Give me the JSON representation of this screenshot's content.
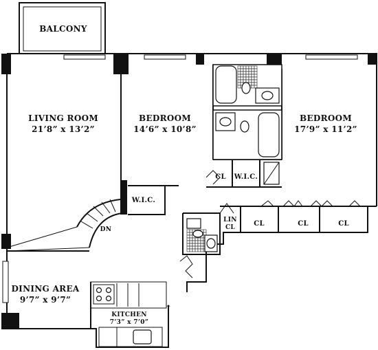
{
  "rooms": {
    "balcony": {
      "name": "BALCONY"
    },
    "living_room": {
      "name": "LIVING ROOM",
      "dims": "21’8” x 13’2”"
    },
    "bedroom_1": {
      "name": "BEDROOM",
      "dims": "14’6” x 10’8”"
    },
    "bedroom_2": {
      "name": "BEDROOM",
      "dims": "17’9” x 11’2”"
    },
    "dining_area": {
      "name": "DINING AREA",
      "dims": "9’7” x 9’7”"
    },
    "kitchen": {
      "name": "KITCHEN",
      "dims": "7’3” x 7’0”"
    }
  },
  "closets": {
    "wic_left": "W.I.C.",
    "wic_right": "W.I.C.",
    "cl_hall": "CL",
    "lin_cl_1": "LIN",
    "lin_cl_2": "CL",
    "cl_a": "CL",
    "cl_b": "CL",
    "cl_c": "CL"
  },
  "markers": {
    "stair_down": "DN",
    "entry_arrow": "↑"
  }
}
